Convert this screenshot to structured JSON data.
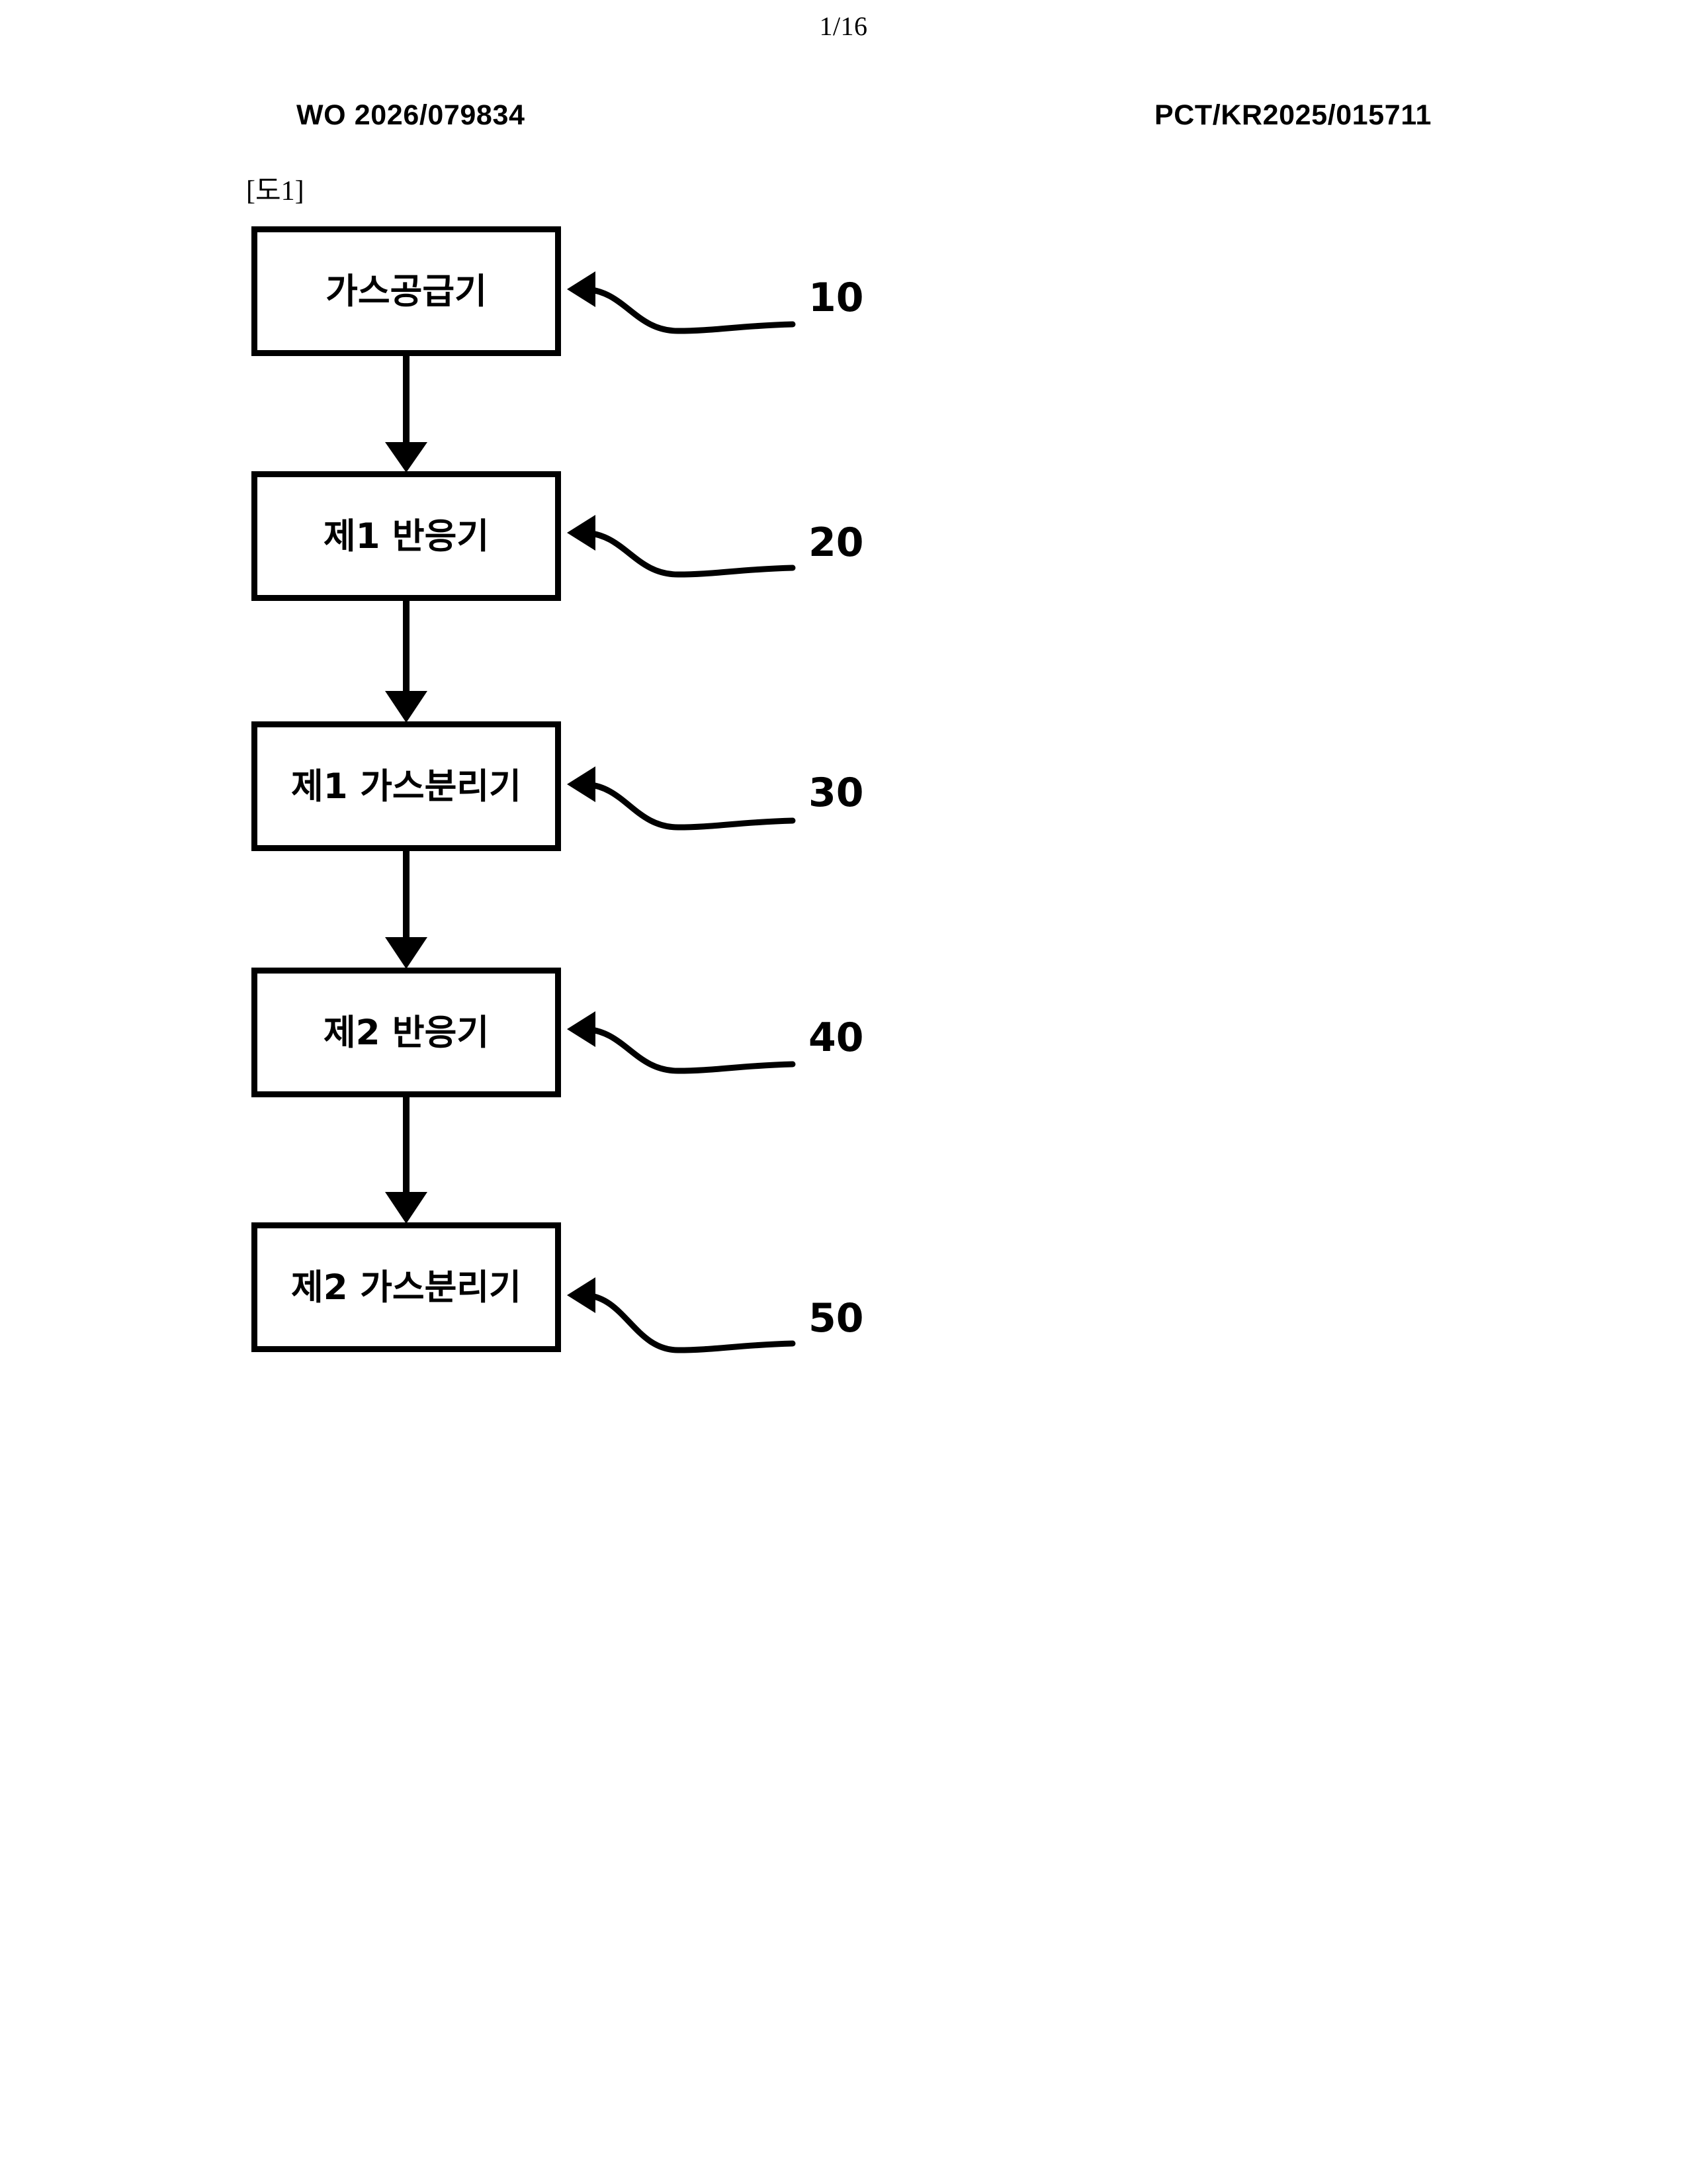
{
  "page": {
    "page_number": "1/16",
    "header_left": "WO 2026/079834",
    "header_right": "PCT/KR2025/015711",
    "figure_label": "[도1]",
    "ink_color": "#000000",
    "background_color": "#ffffff"
  },
  "diagram": {
    "type": "flowchart",
    "orientation": "top-to-bottom",
    "nodes": [
      {
        "id": "node-10",
        "label": "가스공급기",
        "ref": "10"
      },
      {
        "id": "node-20",
        "label": "제1 반응기",
        "ref": "20"
      },
      {
        "id": "node-30",
        "label": "제1 가스분리기",
        "ref": "30"
      },
      {
        "id": "node-40",
        "label": "제2 반응기",
        "ref": "40"
      },
      {
        "id": "node-50",
        "label": "제2 가스분리기",
        "ref": "50"
      }
    ],
    "edges": [
      {
        "from": "node-10",
        "to": "node-20",
        "style": "solid-arrow-down"
      },
      {
        "from": "node-20",
        "to": "node-30",
        "style": "solid-arrow-down"
      },
      {
        "from": "node-30",
        "to": "node-40",
        "style": "solid-arrow-down"
      },
      {
        "from": "node-40",
        "to": "node-50",
        "style": "solid-arrow-down"
      }
    ],
    "leaders": [
      {
        "ref": "10",
        "target": "node-10",
        "style": "s-curve-arrow-left"
      },
      {
        "ref": "20",
        "target": "node-20",
        "style": "s-curve-arrow-left"
      },
      {
        "ref": "30",
        "target": "node-30",
        "style": "s-curve-arrow-left"
      },
      {
        "ref": "40",
        "target": "node-40",
        "style": "s-curve-arrow-left"
      },
      {
        "ref": "50",
        "target": "node-50",
        "style": "s-curve-arrow-left"
      }
    ]
  }
}
